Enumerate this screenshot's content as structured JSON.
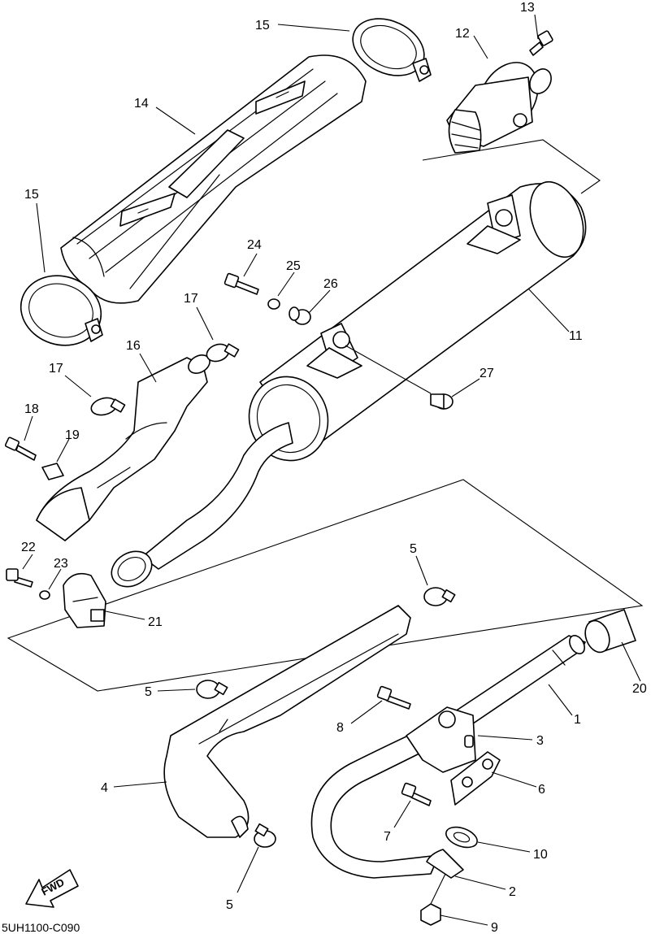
{
  "diagram_code": "5UH1100-C090",
  "fwd_label": "FWD",
  "callouts": {
    "c1": "1",
    "c2": "2",
    "c3": "3",
    "c4": "4",
    "c5a": "5",
    "c5b": "5",
    "c5c": "5",
    "c6": "6",
    "c7": "7",
    "c8": "8",
    "c9": "9",
    "c10": "10",
    "c11": "11",
    "c12": "12",
    "c13": "13",
    "c14": "14",
    "c15a": "15",
    "c15b": "15",
    "c16": "16",
    "c17a": "17",
    "c17b": "17",
    "c18": "18",
    "c19": "19",
    "c20": "20",
    "c21": "21",
    "c22": "22",
    "c23": "23",
    "c24": "24",
    "c25": "25",
    "c26": "26",
    "c27": "27"
  }
}
